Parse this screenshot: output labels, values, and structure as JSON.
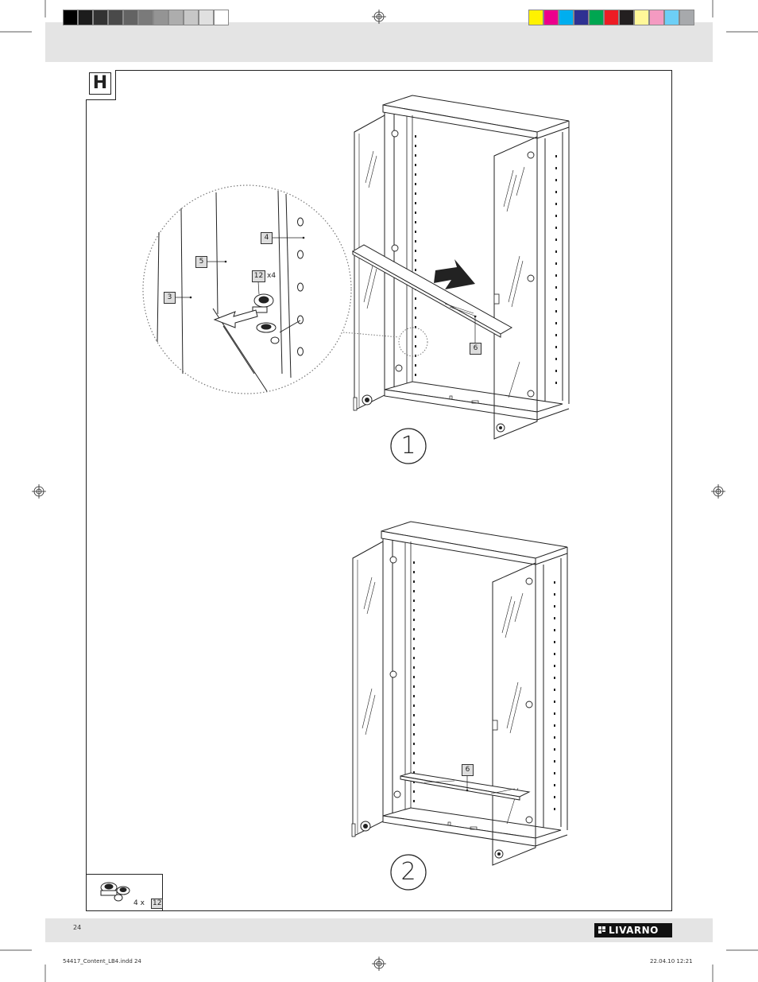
{
  "section": {
    "letter": "H"
  },
  "steps": {
    "step1": "1",
    "step2": "2"
  },
  "callouts": {
    "part3": "3",
    "part4": "4",
    "part5": "5",
    "part12": "12",
    "part12_qty": "x4",
    "part6_step1": "6",
    "part6_step2": "6"
  },
  "parts_box": {
    "count_prefix": "4 x",
    "part_number": "12"
  },
  "footer": {
    "page_number": "24",
    "brand": "LIVARNO",
    "file_name": "54417_Content_LB4.indd   24",
    "timestamp": "22.04.10   12:21"
  },
  "colors": {
    "grayscale": [
      "#000000",
      "#1c1c1c",
      "#333333",
      "#4a4a4a",
      "#636363",
      "#7a7a7a",
      "#949494",
      "#adadad",
      "#c7c7c7",
      "#e0e0e0",
      "#ffffff"
    ],
    "process": [
      "#fff200",
      "#ec008c",
      "#00aeef",
      "#2e3192",
      "#00a651",
      "#ed1c24",
      "#231f20",
      "#fff799",
      "#f49ac1",
      "#6dcff6",
      "#a7a9ac"
    ],
    "band": "#e4e4e4"
  }
}
